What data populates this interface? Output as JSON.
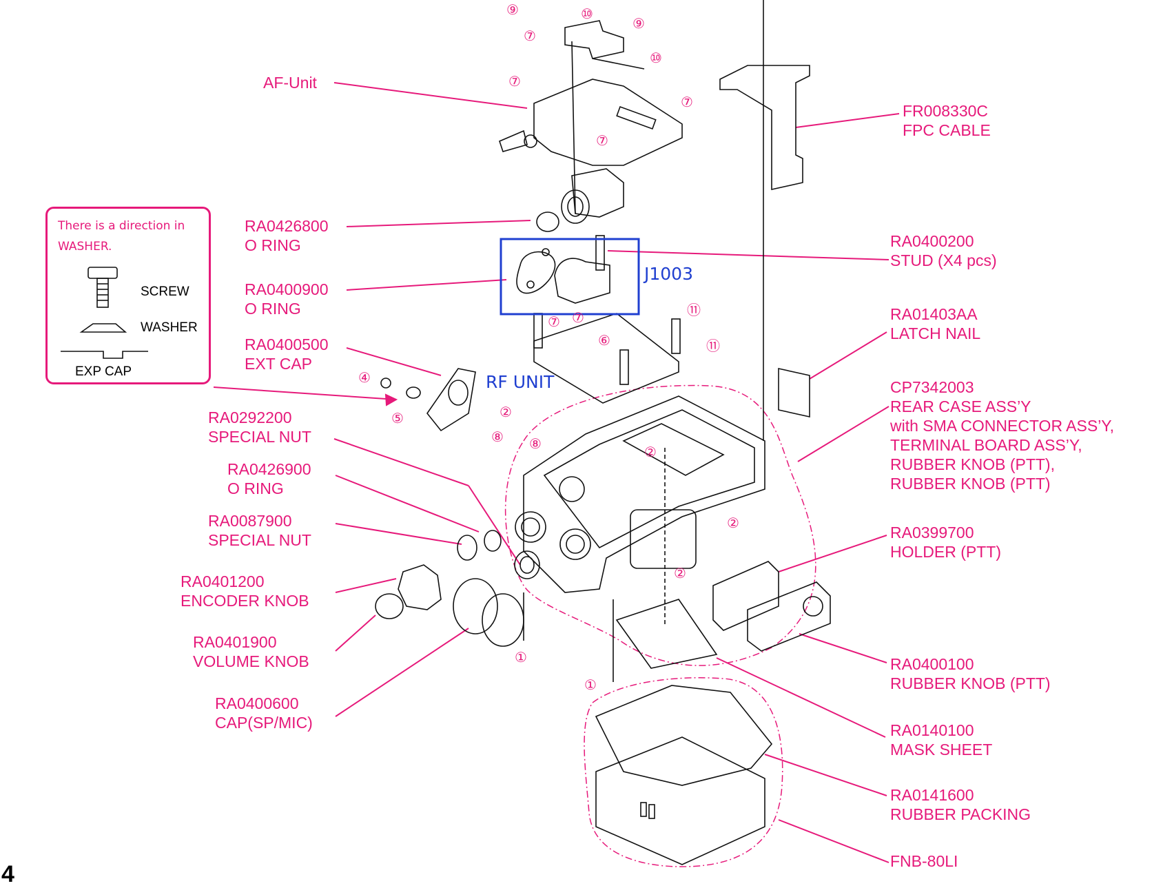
{
  "labels": {
    "af_unit": "AF-Unit",
    "fr008330c": [
      "FR008330C",
      "FPC CABLE"
    ],
    "ra0426800": [
      "RA0426800",
      "O RING"
    ],
    "ra0400200": [
      "RA0400200",
      "STUD (X4 pcs)"
    ],
    "ra0400900": [
      "RA0400900",
      "O RING"
    ],
    "ra01403aa": [
      "RA01403AA",
      "LATCH NAIL"
    ],
    "ra0400500": [
      "RA0400500",
      "EXT CAP"
    ],
    "cp7342003": [
      "CP7342003",
      "REAR CASE ASS’Y",
      "with SMA CONNECTOR ASS’Y,",
      "TERMINAL BOARD ASS’Y,",
      "RUBBER KNOB (PTT),",
      "RUBBER KNOB (PTT)"
    ],
    "ra0292200": [
      "RA0292200",
      "SPECIAL NUT"
    ],
    "ra0426900": [
      "RA0426900",
      "O RING"
    ],
    "ra0087900": [
      "RA0087900",
      "SPECIAL NUT"
    ],
    "ra0399700": [
      "RA0399700",
      "HOLDER (PTT)"
    ],
    "ra0401200": [
      "RA0401200",
      "ENCODER KNOB"
    ],
    "ra0401900": [
      "RA0401900",
      "VOLUME KNOB"
    ],
    "ra0400100": [
      "RA0400100",
      "RUBBER KNOB (PTT)"
    ],
    "ra0400600": [
      "RA0400600",
      "CAP(SP/MIC)"
    ],
    "ra0140100": [
      "RA0140100",
      "MASK SHEET"
    ],
    "ra0141600": [
      "RA0141600",
      "RUBBER PACKING"
    ],
    "fnb80li": "FNB-80LI"
  },
  "annotations": {
    "j1003": "J1003",
    "rf_unit": "RF UNIT"
  },
  "legend": {
    "note_line1": "There is a direction in",
    "note_line2": "WASHER.",
    "screw": "SCREW",
    "washer": "WASHER",
    "exp_cap": "EXP CAP"
  },
  "callouts": {
    "n1": "①",
    "n2": "②",
    "n4": "④",
    "n5": "⑤",
    "n6": "⑥",
    "n7": "⑦",
    "n8": "⑧",
    "n9": "⑨",
    "n10": "⑩",
    "n11": "⑪"
  },
  "page_marker": "4",
  "colors": {
    "label": "#e6197a",
    "highlight": "#1f3fd0",
    "drawing": "#000000"
  }
}
